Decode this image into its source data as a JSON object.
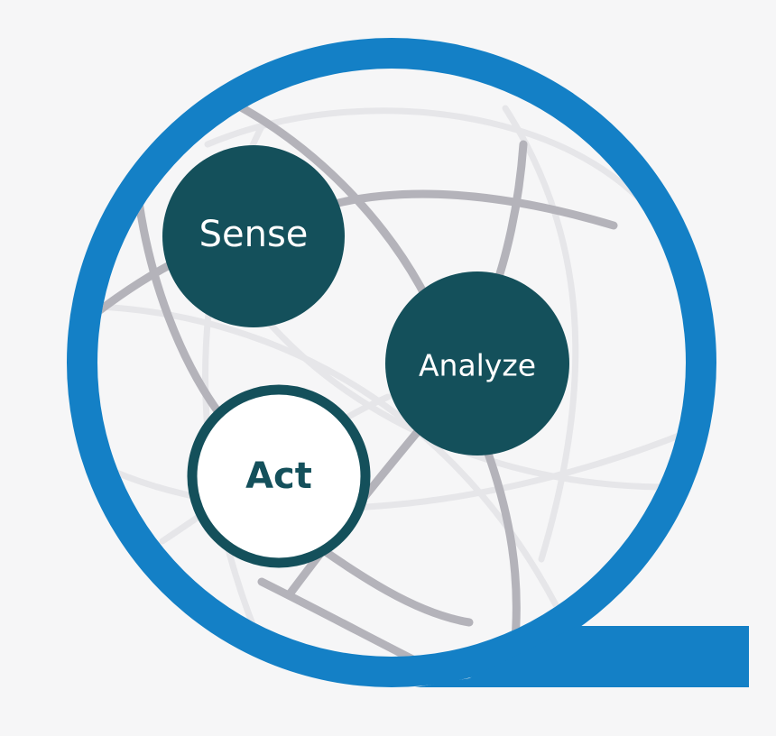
{
  "diagram": {
    "colors": {
      "background": "#f6f6f7",
      "ring": "#1480c6",
      "node_fill": "#14505b",
      "node_text": "#ffffff",
      "active_fill": "#ffffff",
      "active_stroke": "#14505b",
      "active_text": "#14505b",
      "mesh_dark": "#b4b3ba",
      "mesh_light": "#e6e6e9"
    },
    "nodes": [
      {
        "id": "sense",
        "label": "Sense",
        "style": "filled"
      },
      {
        "id": "analyze",
        "label": "Analyze",
        "style": "filled"
      },
      {
        "id": "act",
        "label": "Act",
        "style": "outlined"
      }
    ]
  }
}
